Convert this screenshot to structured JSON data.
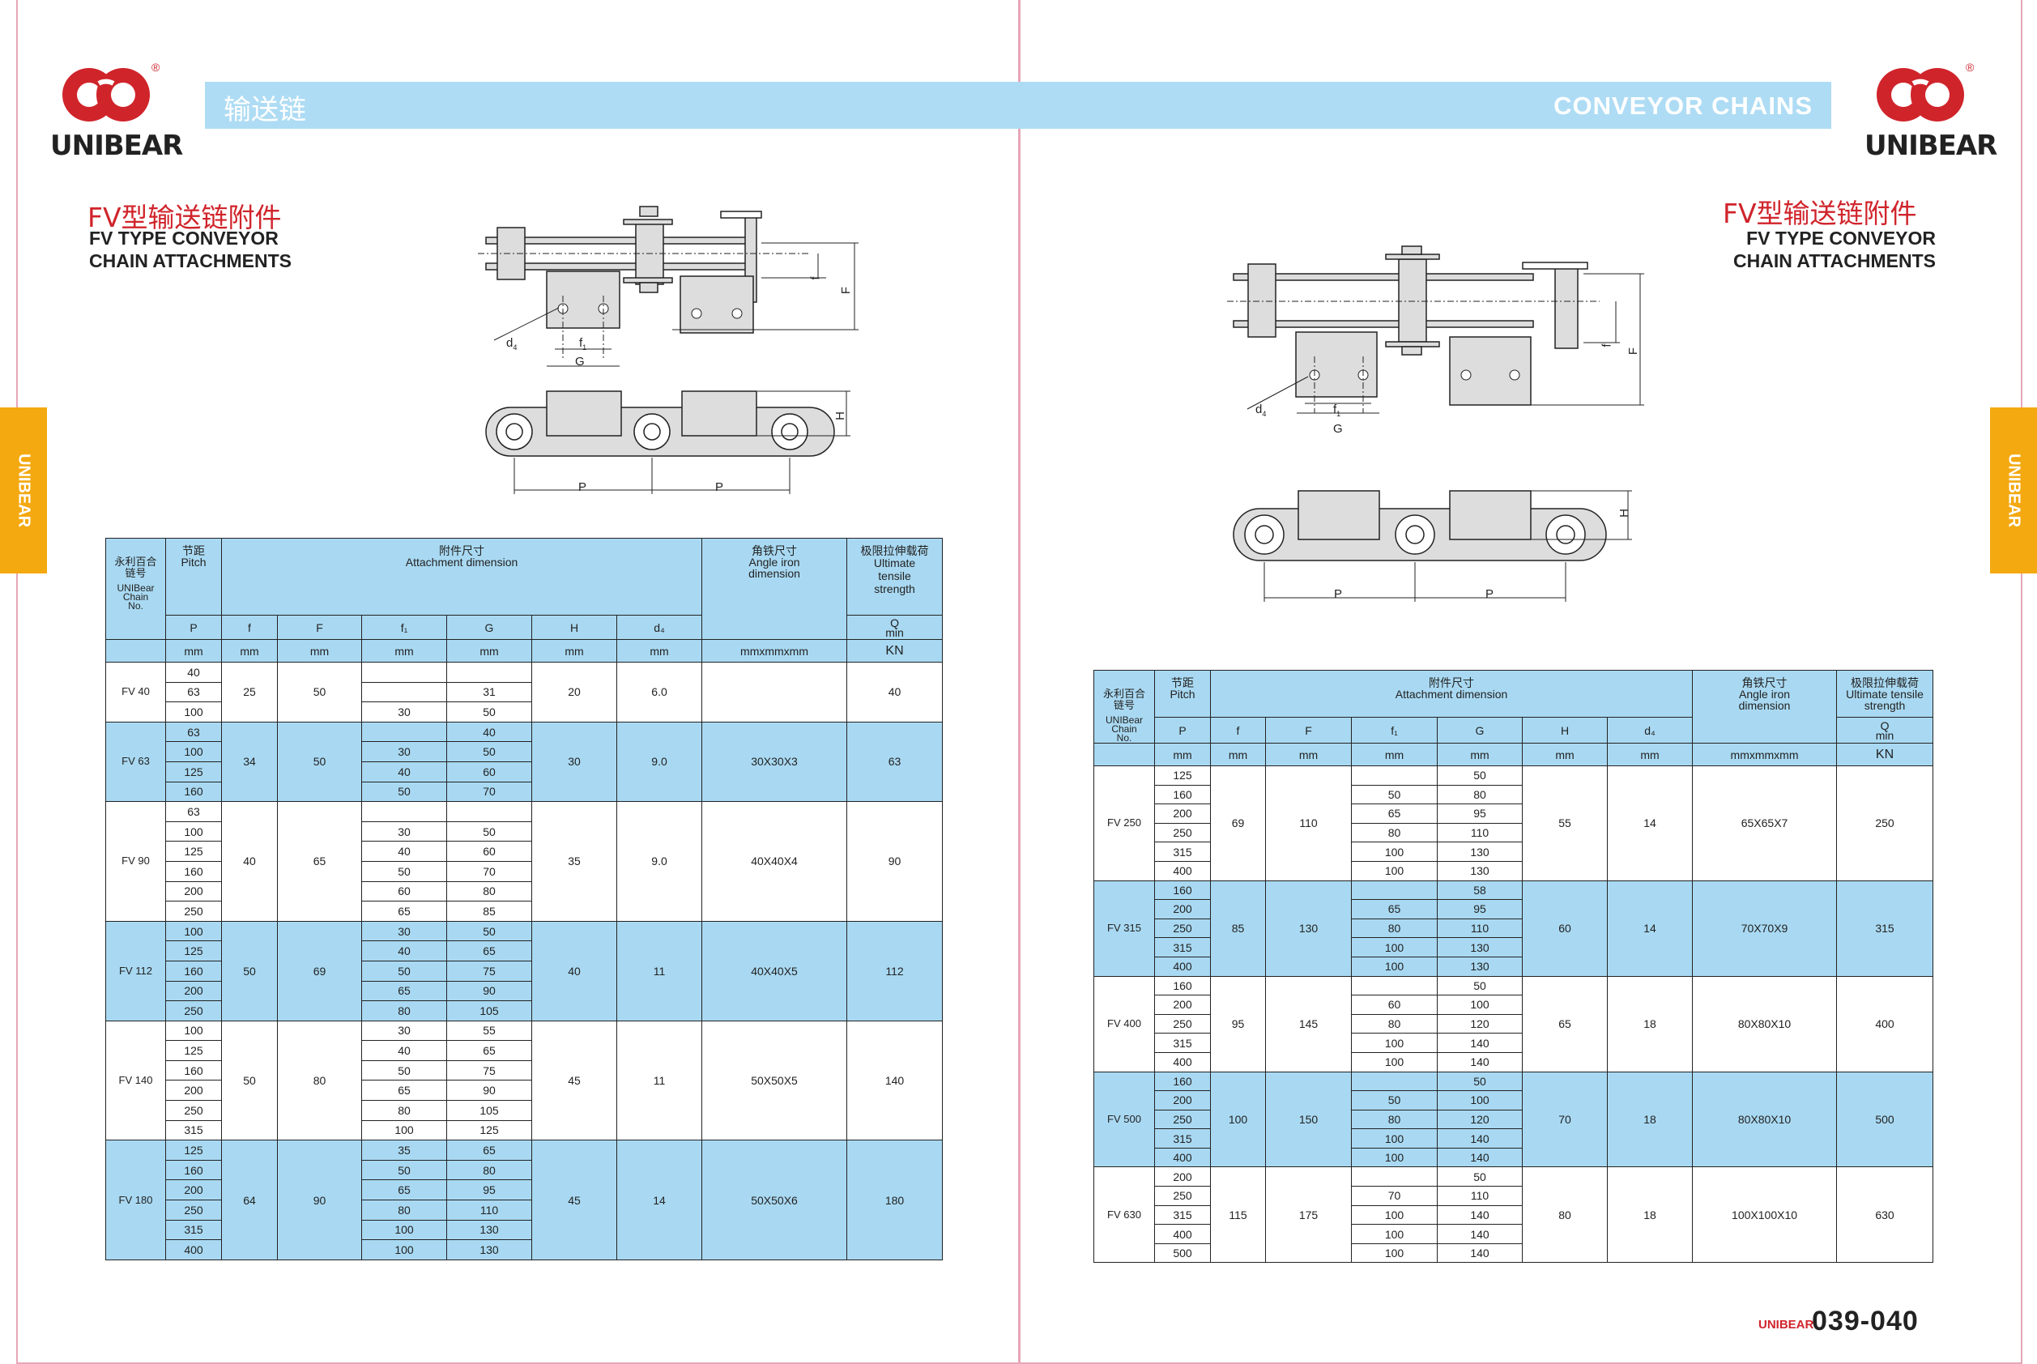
{
  "header": {
    "brand": "UNIBEAR",
    "registered": "®",
    "band_cn": "输送链",
    "band_en": "CONVEYOR CHAINS"
  },
  "side_tab": "UNIBEAR",
  "title": {
    "cn": "FV型输送链附件",
    "en_line1": "FV TYPE CONVEYOR",
    "en_line2": "CHAIN ATTACHMENTS"
  },
  "diagram_labels": {
    "d4": "d",
    "d4_sub": "4",
    "f1": "f",
    "f1_sub": "1",
    "G": "G",
    "f": "f",
    "F": "F",
    "H": "H",
    "P": "P"
  },
  "colors": {
    "band": "#aedcf4",
    "row_blue": "#a9d9f2",
    "tab": "#f4a910",
    "logo_red": "#d0242b"
  },
  "table_header": {
    "chain_cn": "永利百合链号",
    "chain_en": "UNIBear Chain No.",
    "pitch_cn": "节距",
    "pitch_en": "Pitch",
    "attach_cn": "附件尺寸",
    "attach_en": "Attachment dimension",
    "angle_cn": "角铁尺寸",
    "angle_en": "Angle iron dimension",
    "ult_cn": "极限拉伸载荷",
    "ult_en_left": "Ultimate tensile strength",
    "ult_en_right": "Ultimate tensile strength",
    "col_P": "P",
    "col_f": "f",
    "col_F": "F",
    "col_f1": "f₁",
    "col_G": "G",
    "col_H": "H",
    "col_d4": "d₄",
    "col_Q": "Q",
    "col_Q_sub": "min",
    "unit": "mm",
    "unit_angle": "mmxmmxmm",
    "unit_kn": "KN"
  },
  "left_table": [
    {
      "chain": "FV 40",
      "f": "25",
      "F": "50",
      "H": "20",
      "d4": "6.0",
      "angle": "",
      "q": "40",
      "blue": false,
      "rows": [
        {
          "p": "40",
          "f1": "",
          "g": ""
        },
        {
          "p": "63",
          "f1": "",
          "g": "31"
        },
        {
          "p": "100",
          "f1": "30",
          "g": "50"
        }
      ]
    },
    {
      "chain": "FV 63",
      "f": "34",
      "F": "50",
      "H": "30",
      "d4": "9.0",
      "angle": "30X30X3",
      "q": "63",
      "blue": true,
      "rows": [
        {
          "p": "63",
          "f1": "",
          "g": "40"
        },
        {
          "p": "100",
          "f1": "30",
          "g": "50"
        },
        {
          "p": "125",
          "f1": "40",
          "g": "60"
        },
        {
          "p": "160",
          "f1": "50",
          "g": "70"
        }
      ]
    },
    {
      "chain": "FV 90",
      "f": "40",
      "F": "65",
      "H": "35",
      "d4": "9.0",
      "angle": "40X40X4",
      "q": "90",
      "blue": false,
      "rows": [
        {
          "p": "63",
          "f1": "",
          "g": ""
        },
        {
          "p": "100",
          "f1": "30",
          "g": "50"
        },
        {
          "p": "125",
          "f1": "40",
          "g": "60"
        },
        {
          "p": "160",
          "f1": "50",
          "g": "70"
        },
        {
          "p": "200",
          "f1": "60",
          "g": "80"
        },
        {
          "p": "250",
          "f1": "65",
          "g": "85"
        }
      ]
    },
    {
      "chain": "FV 112",
      "f": "50",
      "F": "69",
      "H": "40",
      "d4": "11",
      "angle": "40X40X5",
      "q": "112",
      "blue": true,
      "rows": [
        {
          "p": "100",
          "f1": "30",
          "g": "50"
        },
        {
          "p": "125",
          "f1": "40",
          "g": "65"
        },
        {
          "p": "160",
          "f1": "50",
          "g": "75"
        },
        {
          "p": "200",
          "f1": "65",
          "g": "90"
        },
        {
          "p": "250",
          "f1": "80",
          "g": "105"
        }
      ]
    },
    {
      "chain": "FV 140",
      "f": "50",
      "F": "80",
      "H": "45",
      "d4": "11",
      "angle": "50X50X5",
      "q": "140",
      "blue": false,
      "rows": [
        {
          "p": "100",
          "f1": "30",
          "g": "55"
        },
        {
          "p": "125",
          "f1": "40",
          "g": "65"
        },
        {
          "p": "160",
          "f1": "50",
          "g": "75"
        },
        {
          "p": "200",
          "f1": "65",
          "g": "90"
        },
        {
          "p": "250",
          "f1": "80",
          "g": "105"
        },
        {
          "p": "315",
          "f1": "100",
          "g": "125"
        }
      ]
    },
    {
      "chain": "FV 180",
      "f": "64",
      "F": "90",
      "H": "45",
      "d4": "14",
      "angle": "50X50X6",
      "q": "180",
      "blue": true,
      "rows": [
        {
          "p": "125",
          "f1": "35",
          "g": "65"
        },
        {
          "p": "160",
          "f1": "50",
          "g": "80"
        },
        {
          "p": "200",
          "f1": "65",
          "g": "95"
        },
        {
          "p": "250",
          "f1": "80",
          "g": "110"
        },
        {
          "p": "315",
          "f1": "100",
          "g": "130"
        },
        {
          "p": "400",
          "f1": "100",
          "g": "130"
        }
      ]
    }
  ],
  "right_table": [
    {
      "chain": "FV 250",
      "f": "69",
      "F": "110",
      "H": "55",
      "d4": "14",
      "angle": "65X65X7",
      "q": "250",
      "blue": false,
      "rows": [
        {
          "p": "125",
          "f1": "",
          "g": "50"
        },
        {
          "p": "160",
          "f1": "50",
          "g": "80"
        },
        {
          "p": "200",
          "f1": "65",
          "g": "95"
        },
        {
          "p": "250",
          "f1": "80",
          "g": "110"
        },
        {
          "p": "315",
          "f1": "100",
          "g": "130"
        },
        {
          "p": "400",
          "f1": "100",
          "g": "130"
        }
      ]
    },
    {
      "chain": "FV 315",
      "f": "85",
      "F": "130",
      "H": "60",
      "d4": "14",
      "angle": "70X70X9",
      "q": "315",
      "blue": true,
      "rows": [
        {
          "p": "160",
          "f1": "",
          "g": "58"
        },
        {
          "p": "200",
          "f1": "65",
          "g": "95"
        },
        {
          "p": "250",
          "f1": "80",
          "g": "110"
        },
        {
          "p": "315",
          "f1": "100",
          "g": "130"
        },
        {
          "p": "400",
          "f1": "100",
          "g": "130"
        }
      ]
    },
    {
      "chain": "FV 400",
      "f": "95",
      "F": "145",
      "H": "65",
      "d4": "18",
      "angle": "80X80X10",
      "q": "400",
      "blue": false,
      "rows": [
        {
          "p": "160",
          "f1": "",
          "g": "50"
        },
        {
          "p": "200",
          "f1": "60",
          "g": "100"
        },
        {
          "p": "250",
          "f1": "80",
          "g": "120"
        },
        {
          "p": "315",
          "f1": "100",
          "g": "140"
        },
        {
          "p": "400",
          "f1": "100",
          "g": "140"
        }
      ]
    },
    {
      "chain": "FV  500",
      "f": "100",
      "F": "150",
      "H": "70",
      "d4": "18",
      "angle": "80X80X10",
      "q": "500",
      "blue": true,
      "rows": [
        {
          "p": "160",
          "f1": "",
          "g": "50"
        },
        {
          "p": "200",
          "f1": "50",
          "g": "100"
        },
        {
          "p": "250",
          "f1": "80",
          "g": "120"
        },
        {
          "p": "315",
          "f1": "100",
          "g": "140"
        },
        {
          "p": "400",
          "f1": "100",
          "g": "140"
        }
      ]
    },
    {
      "chain": "FV 630",
      "f": "115",
      "F": "175",
      "H": "80",
      "d4": "18",
      "angle": "100X100X10",
      "q": "630",
      "blue": false,
      "rows": [
        {
          "p": "200",
          "f1": "",
          "g": "50"
        },
        {
          "p": "250",
          "f1": "70",
          "g": "110"
        },
        {
          "p": "315",
          "f1": "100",
          "g": "140"
        },
        {
          "p": "400",
          "f1": "100",
          "g": "140"
        },
        {
          "p": "500",
          "f1": "100",
          "g": "140"
        }
      ]
    }
  ],
  "footer": {
    "brand": "UNIBEAR",
    "pages": "039-040"
  }
}
